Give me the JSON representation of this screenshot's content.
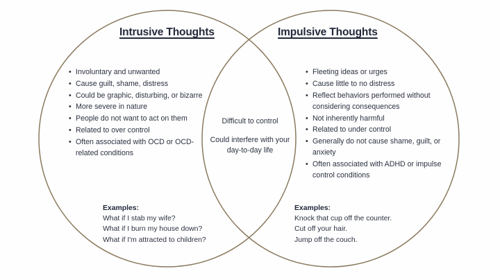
{
  "diagram": {
    "type": "venn-2-set",
    "stroke_color": "#8a7a5e",
    "background_color": "#fefefe",
    "text_color": "#2b3140",
    "title_color": "#22293a"
  },
  "left": {
    "title": "Intrusive Thoughts",
    "bullets": [
      "Involuntary and unwanted",
      "Cause guilt, shame, distress",
      "Could be graphic, disturbing, or bizarre",
      "More severe in nature",
      "People do not want to act on them",
      "Related to over control",
      "Often associated with OCD or OCD-related conditions"
    ],
    "examples_heading": "Examples:",
    "examples": [
      "What if I stab my wife?",
      "What if I burn my house down?",
      "What if I'm attracted to children?"
    ]
  },
  "right": {
    "title": "Impulsive Thoughts",
    "bullets": [
      "Fleeting ideas or urges",
      "Cause little to no distress",
      "Reflect behaviors performed without considering consequences",
      "Not inherently harmful",
      "Related to under control",
      "Generally do not cause shame, guilt, or anxiety",
      "Often associated with ADHD or impulse control conditions"
    ],
    "examples_heading": "Examples:",
    "examples": [
      "Knock that cup off the counter.",
      "Cut off your hair.",
      "Jump off the couch."
    ]
  },
  "overlap": {
    "line_1": "Difficult to control",
    "line_2": "Could interfere with your day-to-day life"
  },
  "bullet_glyph": "•"
}
